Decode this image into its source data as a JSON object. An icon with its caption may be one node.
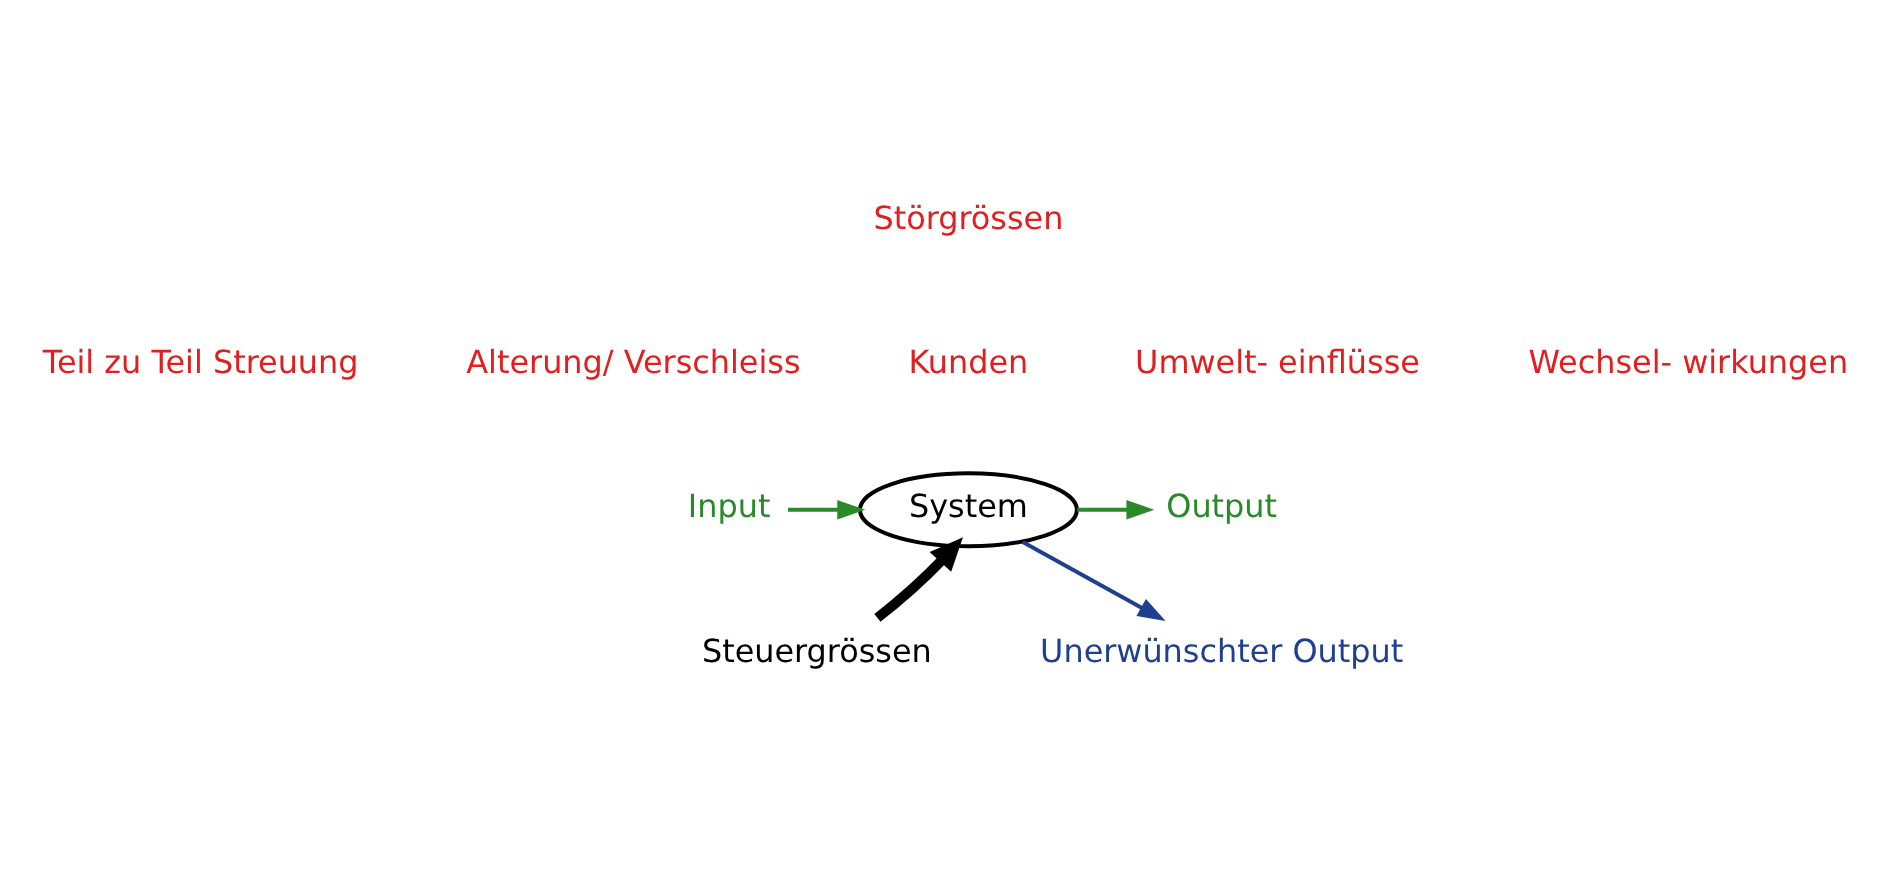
{
  "diagram": {
    "nodes": [
      {
        "text": [
          "Input"
        ]
      },
      {
        "text": [
          "System"
        ]
      },
      {
        "text": [
          "Output"
        ]
      },
      {
        "text": [
          "Unerwünschter Output"
        ]
      },
      {
        "text": [
          "Steuergrössen"
        ]
      }
    ],
    "edges": [
      {
        "from": 0,
        "to": 1,
        "arrow": "to"
      },
      {
        "from": 1,
        "to": 2,
        "arrow": "to"
      },
      {
        "from": 1,
        "to": 3,
        "arrow": "to",
        "color": "#1f3f8f"
      },
      {
        "from": 4,
        "to": 1,
        "arrow": "to",
        "color": "#000000",
        "style": "thick"
      }
    ],
    "labels": [
      "Störgrössen",
      "Teil zu Teil Streuung",
      "Alterung/ Verschleiss",
      "Kunden",
      "Umwelt- einflüsse",
      "Wechsel- wirkungen"
    ]
  }
}
